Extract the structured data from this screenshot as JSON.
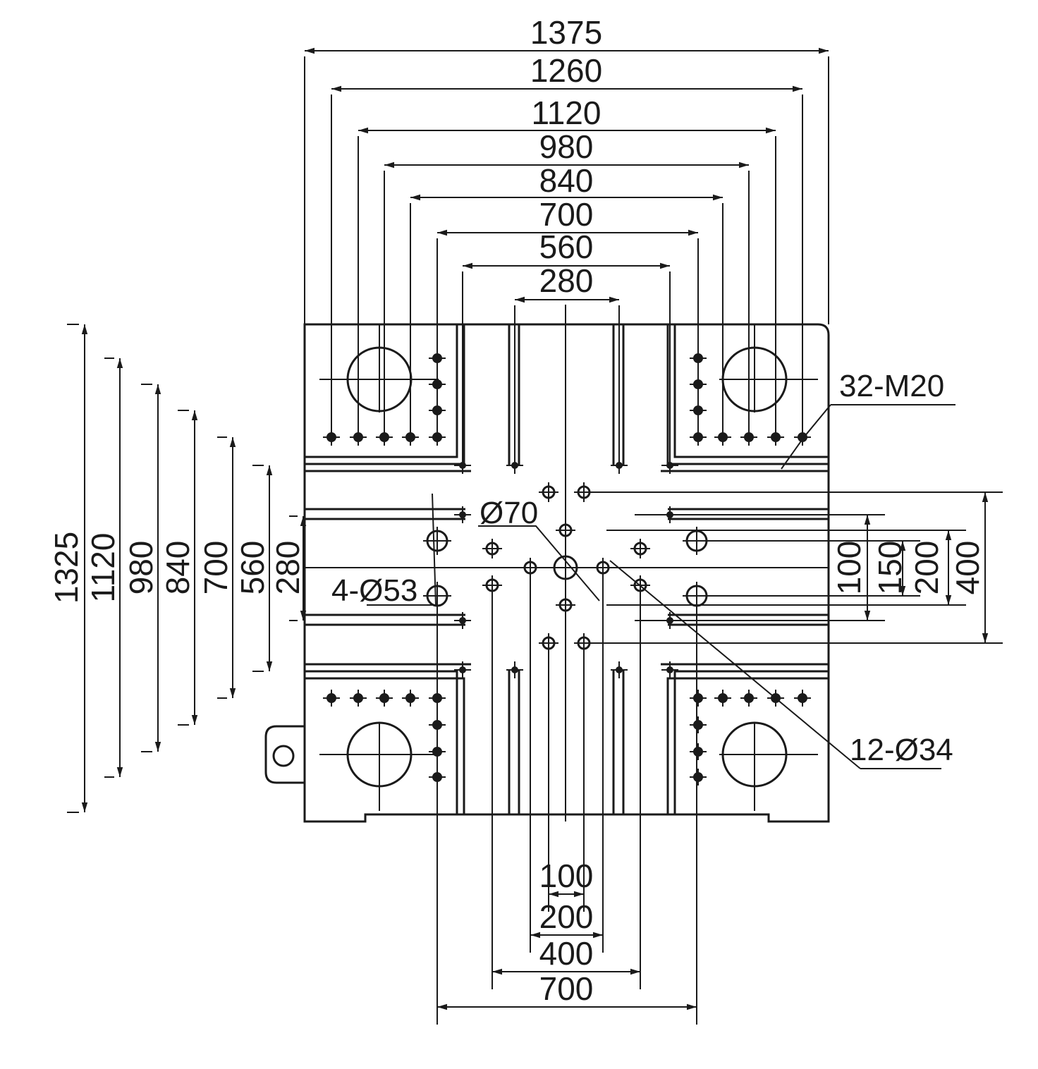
{
  "top_dims": [
    "1375",
    "1260",
    "1120",
    "980",
    "840",
    "700",
    "560",
    "280"
  ],
  "left_dims": [
    "1325",
    "1120",
    "980",
    "840",
    "700",
    "560",
    "280"
  ],
  "right_dims": [
    "100",
    "150",
    "200",
    "400"
  ],
  "bottom_dims": [
    "100",
    "200",
    "400",
    "700"
  ],
  "callouts": {
    "m20": "32-M20",
    "d70": "Ø70",
    "d53": "4-Ø53",
    "d34": "12-Ø34"
  },
  "colors": {
    "line": "#1a1a1a",
    "background": "#ffffff"
  }
}
